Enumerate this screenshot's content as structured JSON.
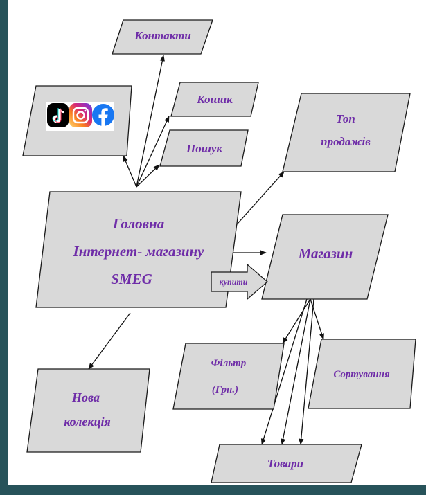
{
  "nodes": {
    "contacts": "Контакти",
    "cart": "Кошик",
    "search": "Пошук",
    "top_sales_line1": "Топ",
    "top_sales_line2": "продажів",
    "main_line1": "Головна",
    "main_line2": "Інтернет- магазину",
    "main_line3": "SMEG",
    "shop": "Магазин",
    "buy_arrow": "купити",
    "filter_line1": "Фільтр",
    "filter_line2": "(Грн.)",
    "sorting": "Сортування",
    "new_collection_line1": "Нова",
    "new_collection_line2": "колекція",
    "goods": "Товари"
  },
  "social_icons": [
    "tiktok-icon",
    "instagram-icon",
    "facebook-icon"
  ],
  "colors": {
    "background_frame": "#27535a",
    "node_fill": "#d9d9d9",
    "label_text": "#6f2da8",
    "edge": "#111111"
  }
}
